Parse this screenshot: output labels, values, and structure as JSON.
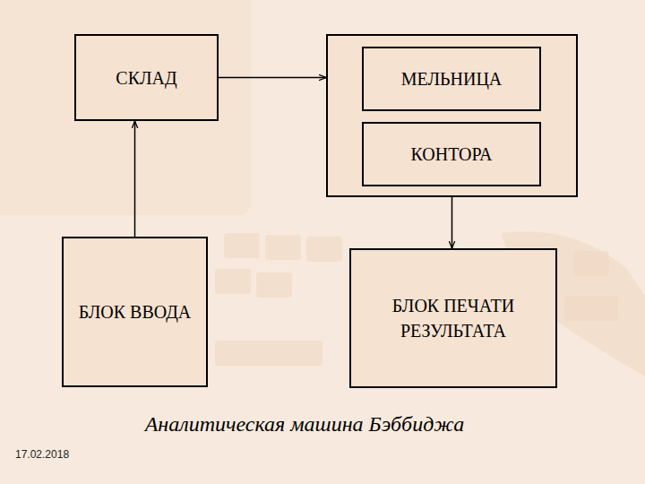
{
  "diagram": {
    "caption": "Аналитическая машина Бэббиджа",
    "nodes": [
      {
        "text": [
          "СКЛАД"
        ]
      },
      {
        "text": []
      },
      {
        "text": [
          "МЕЛЬНИЦА"
        ],
        "in": 1
      },
      {
        "text": [
          "КОНТОРА"
        ],
        "in": 1
      },
      {
        "text": [
          "БЛОК ВВОДА"
        ]
      },
      {
        "text": [
          "БЛОК ПЕЧАТИ РЕЗУЛЬТАТА"
        ]
      }
    ],
    "edges": [
      {
        "from": 4,
        "to": 0,
        "arrow": "to"
      },
      {
        "from": 0,
        "to": 1,
        "arrow": "to"
      },
      {
        "from": 1,
        "to": 5,
        "arrow": "to"
      }
    ],
    "labels": [
      "17.02.2018"
    ]
  }
}
